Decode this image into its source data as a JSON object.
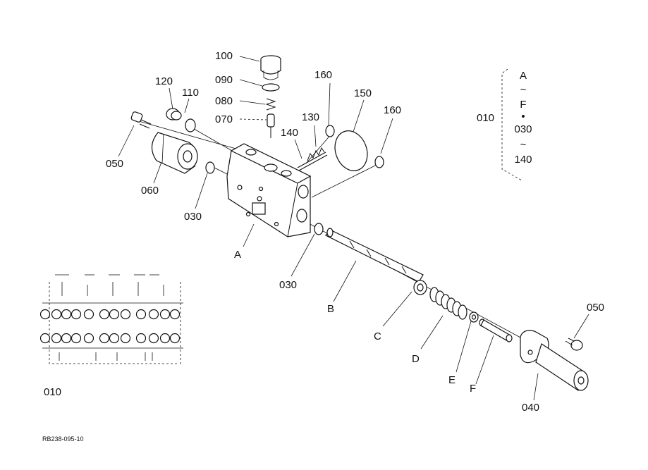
{
  "drawing": {
    "code": "RB238-095-10",
    "callouts": {
      "p100": "100",
      "p090": "090",
      "p080": "080",
      "p070": "070",
      "p120": "120",
      "p110": "110",
      "p160a": "160",
      "p150": "150",
      "p160b": "160",
      "p130": "130",
      "p140": "140",
      "p050a": "050",
      "p060": "060",
      "p030a": "030",
      "pA": "A",
      "p030b": "030",
      "pB": "B",
      "pC": "C",
      "pD": "D",
      "pE": "E",
      "pF": "F",
      "p040": "040",
      "p050b": "050",
      "p010": "010"
    },
    "bracket": {
      "label": "010",
      "lines": [
        "A",
        "~",
        "F",
        "•",
        "030",
        "~",
        "140"
      ]
    },
    "schematic_label": "010"
  }
}
